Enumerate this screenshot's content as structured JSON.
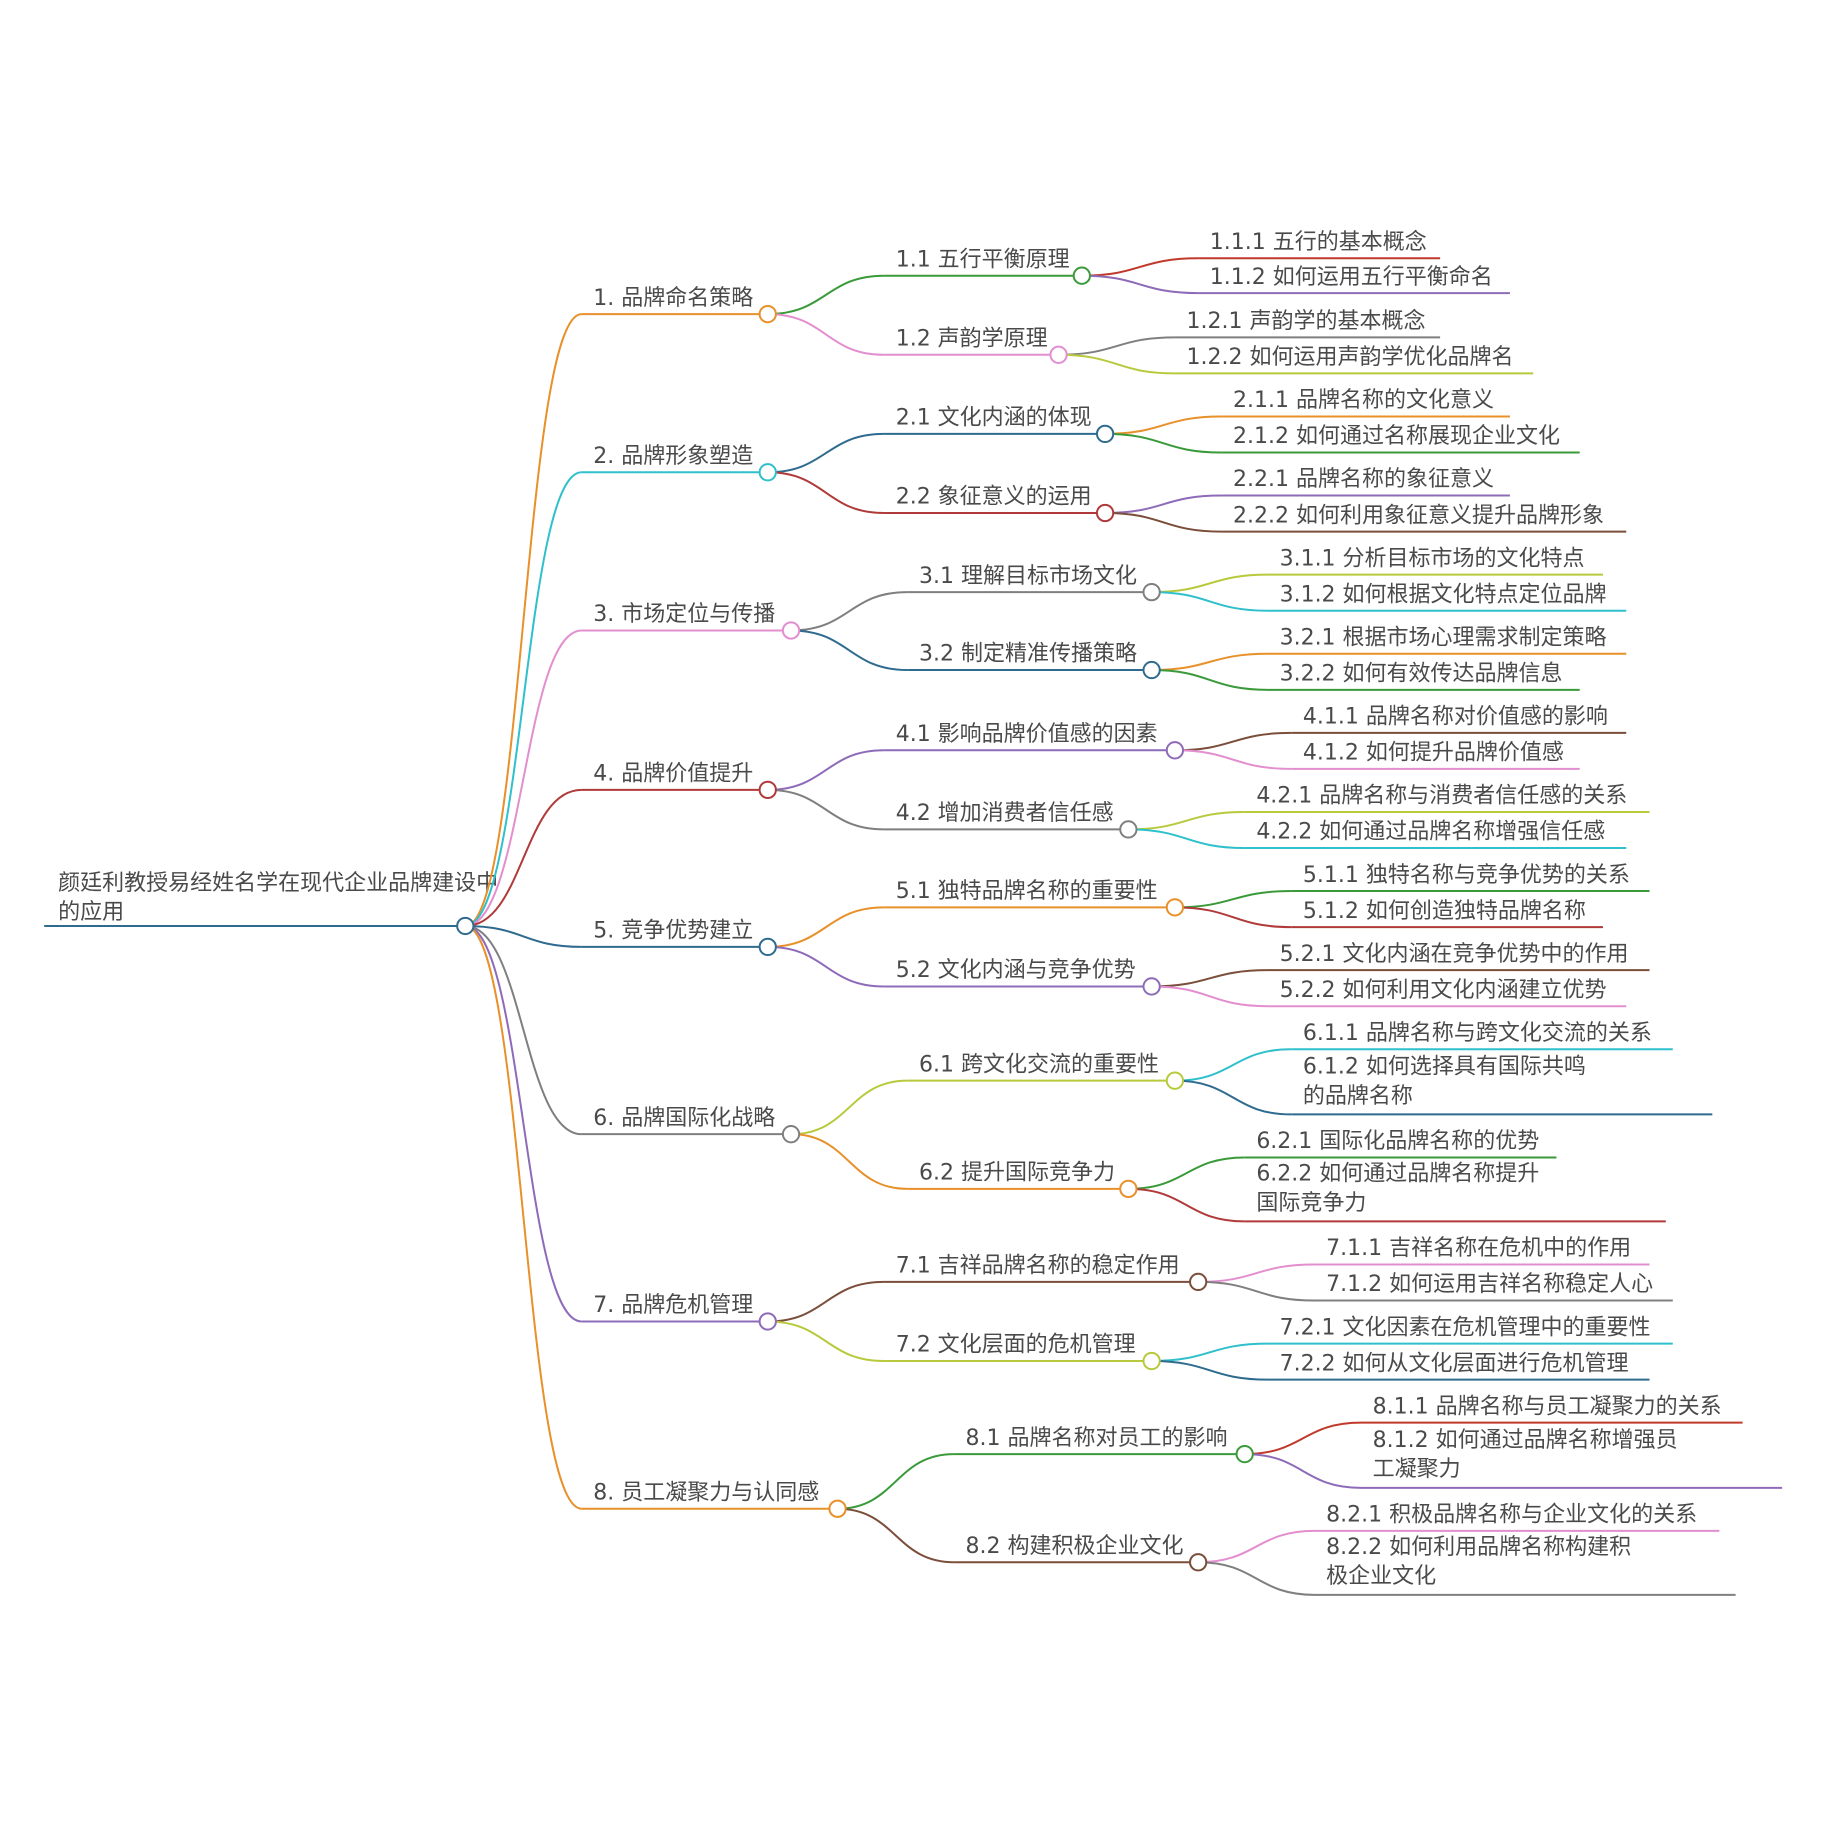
{
  "root": {
    "label": "颜廷利教授易经姓名学在现代企业品牌建设中的应用",
    "color": "#2f6b8f"
  },
  "branches": [
    {
      "label": "1. 品牌命名策略",
      "color": "#e8902a",
      "children": [
        {
          "label": "1.1 五行平衡原理",
          "color": "#3a9a3a",
          "leaves": [
            {
              "label": "1.1.1 五行的基本概念",
              "color": "#c0392b"
            },
            {
              "label": "1.1.2 如何运用五行平衡命名",
              "color": "#8e6bb8"
            }
          ]
        },
        {
          "label": "1.2 声韵学原理",
          "color": "#e38fcf",
          "leaves": [
            {
              "label": "1.2.1 声韵学的基本概念",
              "color": "#7f7f7f"
            },
            {
              "label": "1.2.2 如何运用声韵学优化品牌名",
              "color": "#b8c93b"
            }
          ]
        }
      ]
    },
    {
      "label": "2. 品牌形象塑造",
      "color": "#2fc0cc",
      "children": [
        {
          "label": "2.1 文化内涵的体现",
          "color": "#2f6b8f",
          "leaves": [
            {
              "label": "2.1.1 品牌名称的文化意义",
              "color": "#e8902a"
            },
            {
              "label": "2.1.2 如何通过名称展现企业文化",
              "color": "#3a9a3a"
            }
          ]
        },
        {
          "label": "2.2 象征意义的运用",
          "color": "#b03a3a",
          "leaves": [
            {
              "label": "2.2.1 品牌名称的象征意义",
              "color": "#8e6bb8"
            },
            {
              "label": "2.2.2 如何利用象征意义提升品牌形象",
              "color": "#7a4e3a"
            }
          ]
        }
      ]
    },
    {
      "label": "3. 市场定位与传播",
      "color": "#e38fcf",
      "children": [
        {
          "label": "3.1 理解目标市场文化",
          "color": "#7f7f7f",
          "leaves": [
            {
              "label": "3.1.1 分析目标市场的文化特点",
              "color": "#b8c93b"
            },
            {
              "label": "3.1.2 如何根据文化特点定位品牌",
              "color": "#2fc0cc"
            }
          ]
        },
        {
          "label": "3.2 制定精准传播策略",
          "color": "#2f6b8f",
          "leaves": [
            {
              "label": "3.2.1 根据市场心理需求制定策略",
              "color": "#e8902a"
            },
            {
              "label": "3.2.2 如何有效传达品牌信息",
              "color": "#3a9a3a"
            }
          ]
        }
      ]
    },
    {
      "label": "4. 品牌价值提升",
      "color": "#b03a3a",
      "children": [
        {
          "label": "4.1 影响品牌价值感的因素",
          "color": "#8e6bb8",
          "leaves": [
            {
              "label": "4.1.1 品牌名称对价值感的影响",
              "color": "#7a4e3a"
            },
            {
              "label": "4.1.2 如何提升品牌价值感",
              "color": "#e38fcf"
            }
          ]
        },
        {
          "label": "4.2 增加消费者信任感",
          "color": "#7f7f7f",
          "leaves": [
            {
              "label": "4.2.1 品牌名称与消费者信任感的关系",
              "color": "#b8c93b"
            },
            {
              "label": "4.2.2 如何通过品牌名称增强信任感",
              "color": "#2fc0cc"
            }
          ]
        }
      ]
    },
    {
      "label": "5. 竞争优势建立",
      "color": "#2f6b8f",
      "children": [
        {
          "label": "5.1 独特品牌名称的重要性",
          "color": "#e8902a",
          "leaves": [
            {
              "label": "5.1.1 独特名称与竞争优势的关系",
              "color": "#3a9a3a"
            },
            {
              "label": "5.1.2 如何创造独特品牌名称",
              "color": "#b03a3a"
            }
          ]
        },
        {
          "label": "5.2 文化内涵与竞争优势",
          "color": "#8e6bb8",
          "leaves": [
            {
              "label": "5.2.1 文化内涵在竞争优势中的作用",
              "color": "#7a4e3a"
            },
            {
              "label": "5.2.2 如何利用文化内涵建立优势",
              "color": "#e38fcf"
            }
          ]
        }
      ]
    },
    {
      "label": "6. 品牌国际化战略",
      "color": "#7f7f7f",
      "children": [
        {
          "label": "6.1 跨文化交流的重要性",
          "color": "#b8c93b",
          "leaves": [
            {
              "label": "6.1.1 品牌名称与跨文化交流的关系",
              "color": "#2fc0cc"
            },
            {
              "label": "6.1.2 如何选择具有国际共鸣的品牌名称",
              "color": "#2f6b8f"
            }
          ]
        },
        {
          "label": "6.2 提升国际竞争力",
          "color": "#e8902a",
          "leaves": [
            {
              "label": "6.2.1 国际化品牌名称的优势",
              "color": "#3a9a3a"
            },
            {
              "label": "6.2.2 如何通过品牌名称提升国际竞争力",
              "color": "#b03a3a"
            }
          ]
        }
      ]
    },
    {
      "label": "7. 品牌危机管理",
      "color": "#8e6bb8",
      "children": [
        {
          "label": "7.1 吉祥品牌名称的稳定作用",
          "color": "#7a4e3a",
          "leaves": [
            {
              "label": "7.1.1 吉祥名称在危机中的作用",
              "color": "#e38fcf"
            },
            {
              "label": "7.1.2 如何运用吉祥名称稳定人心",
              "color": "#7f7f7f"
            }
          ]
        },
        {
          "label": "7.2 文化层面的危机管理",
          "color": "#b8c93b",
          "leaves": [
            {
              "label": "7.2.1 文化因素在危机管理中的重要性",
              "color": "#2fc0cc"
            },
            {
              "label": "7.2.2 如何从文化层面进行危机管理",
              "color": "#2f6b8f"
            }
          ]
        }
      ]
    },
    {
      "label": "8. 员工凝聚力与认同感",
      "color": "#e8902a",
      "children": [
        {
          "label": "8.1 品牌名称对员工的影响",
          "color": "#3a9a3a",
          "leaves": [
            {
              "label": "8.1.1 品牌名称与员工凝聚力的关系",
              "color": "#c0392b"
            },
            {
              "label": "8.1.2 如何通过品牌名称增强员工凝聚力",
              "color": "#8e6bb8"
            }
          ]
        },
        {
          "label": "8.2 构建积极企业文化",
          "color": "#7a4e3a",
          "leaves": [
            {
              "label": "8.2.1 积极品牌名称与企业文化的关系",
              "color": "#e38fcf"
            },
            {
              "label": "8.2.2 如何利用品牌名称构建积极企业文化",
              "color": "#7f7f7f"
            }
          ]
        }
      ]
    }
  ]
}
